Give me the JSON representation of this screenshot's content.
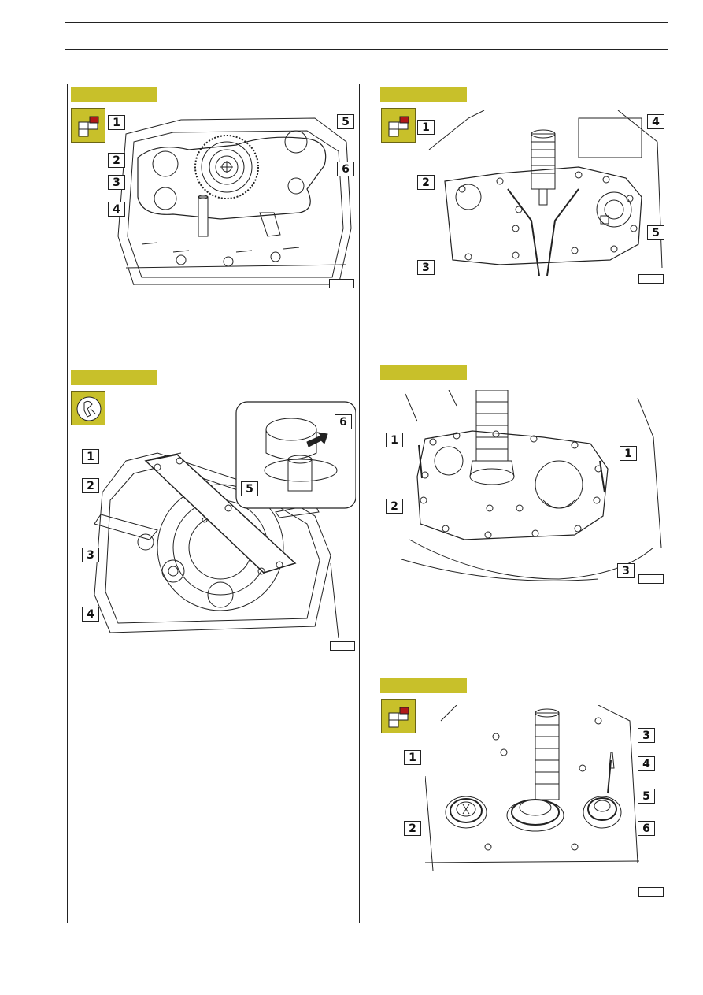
{
  "page": {
    "figures": [
      {
        "id": "fig-1",
        "icon": "disassembly-icon",
        "callouts": [
          "1",
          "2",
          "3",
          "4",
          "5",
          "6"
        ]
      },
      {
        "id": "fig-2",
        "icon": "disassembly-icon",
        "callouts": [
          "1",
          "2",
          "3",
          "4",
          "5"
        ]
      },
      {
        "id": "fig-3",
        "icon": "tool-wrench-icon",
        "callouts": [
          "1",
          "2",
          "3",
          "4",
          "5",
          "6"
        ]
      },
      {
        "id": "fig-4",
        "icon": "none",
        "callouts": [
          "1",
          "1",
          "2",
          "3"
        ]
      },
      {
        "id": "fig-5",
        "icon": "disassembly-icon",
        "callouts": [
          "1",
          "2",
          "3",
          "4",
          "5",
          "6"
        ]
      }
    ]
  },
  "colors": {
    "header_bar": "#c8c02a",
    "icon_red": "#b01818",
    "line": "#222222"
  }
}
